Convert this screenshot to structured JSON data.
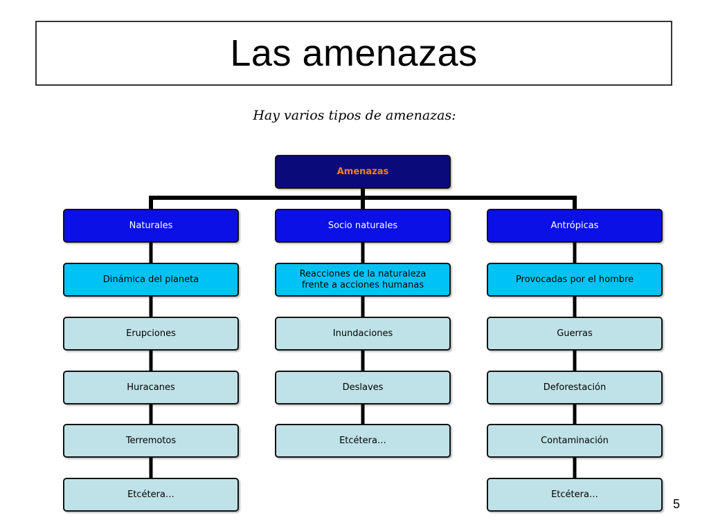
{
  "title": "Las amenazas",
  "subtitle": "Hay varios tipos de amenazas:",
  "page_number": "5",
  "colors": {
    "root_fill": "#0a0a7a",
    "root_text": "#ff7f1a",
    "level1_fill": "#0a10e6",
    "level2_fill": "#00c2f5",
    "leaf_fill": "#bfe2e8",
    "connector": "#000000"
  },
  "tree": {
    "root": "Amenazas",
    "branches": [
      {
        "label": "Naturales",
        "description": "Dinámica del planeta",
        "examples": [
          "Erupciones",
          "Huracanes",
          "Terremotos",
          "Etcétera…"
        ]
      },
      {
        "label": "Socio naturales",
        "description": "Reacciones de la naturaleza frente a acciones humanas",
        "examples": [
          "Inundaciones",
          "Deslaves",
          "Etcétera…"
        ]
      },
      {
        "label": "Antrópicas",
        "description": "Provocadas por el hombre",
        "examples": [
          "Guerras",
          "Deforestación",
          "Contaminación",
          "Etcétera…"
        ]
      }
    ]
  }
}
